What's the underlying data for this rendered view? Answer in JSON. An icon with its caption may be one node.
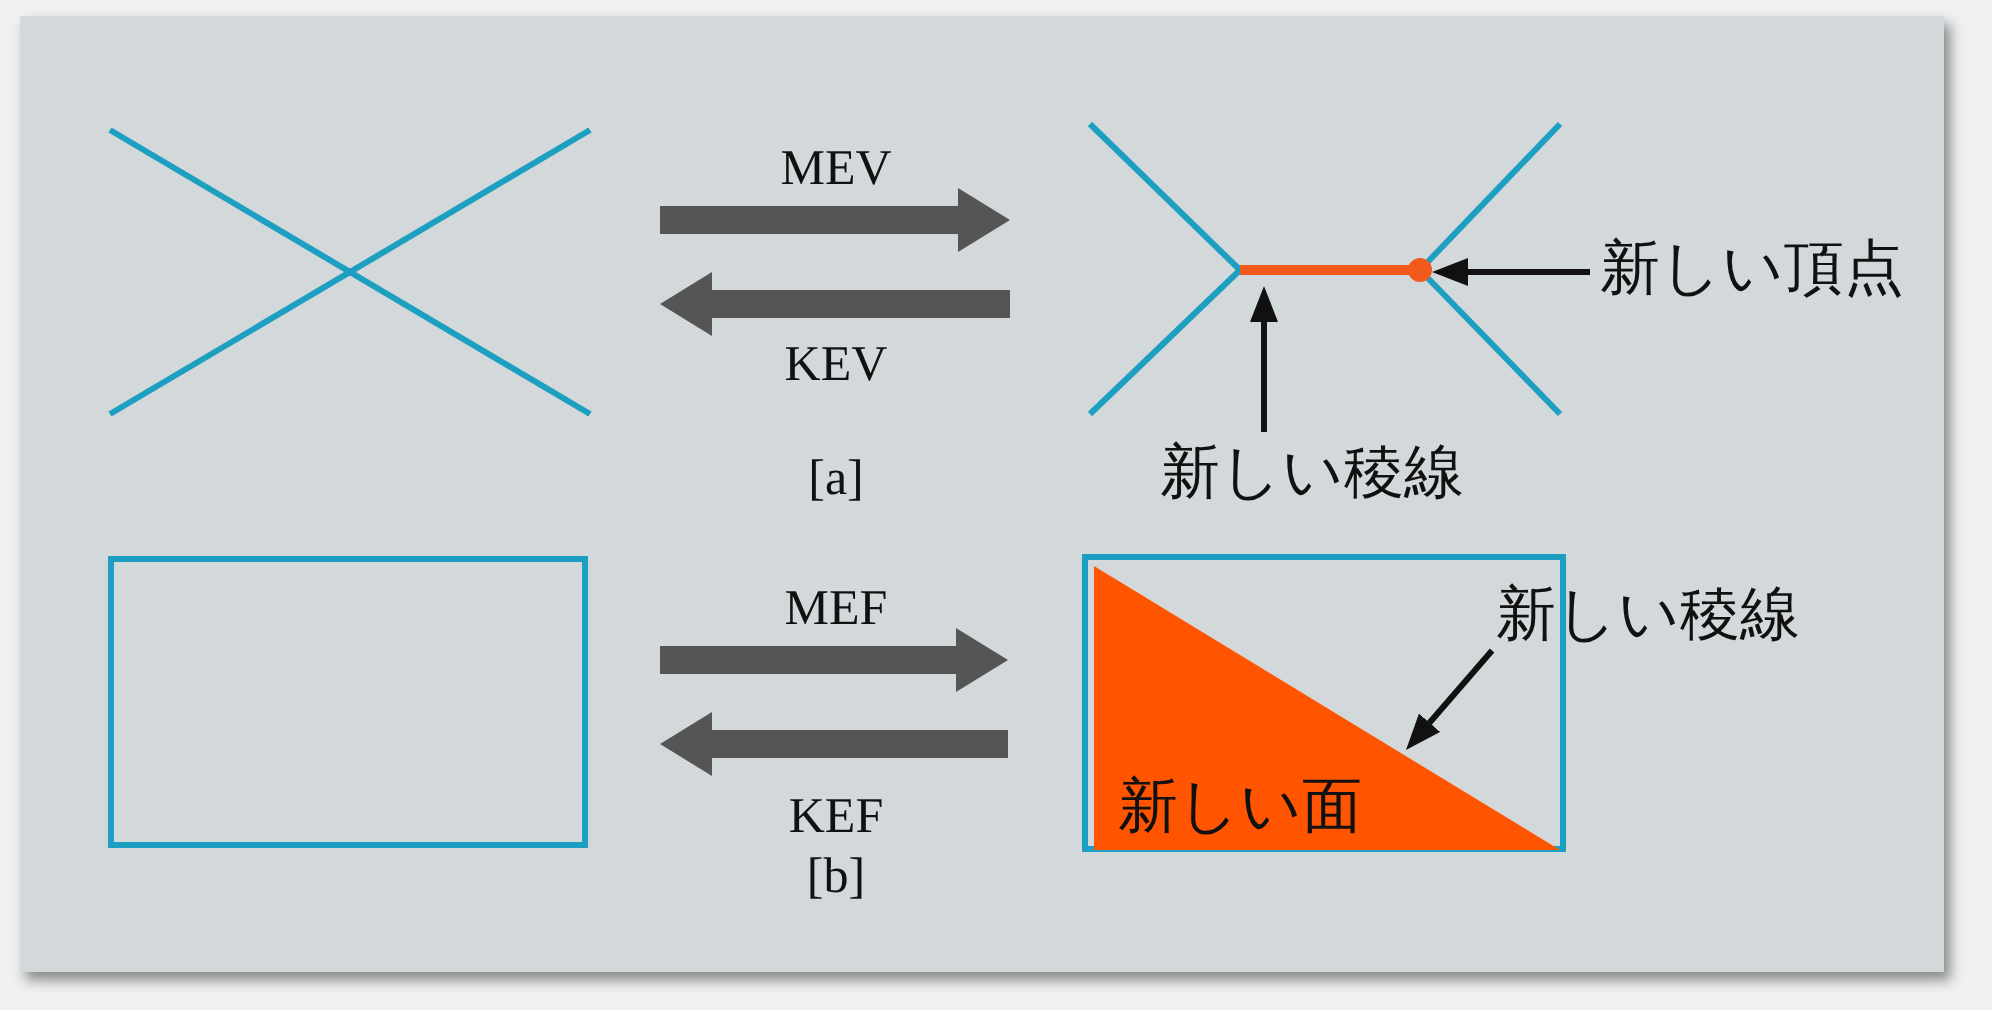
{
  "diagram": {
    "nodes": [
      {
        "text": [],
        "shape": "picture"
      },
      {
        "text": [],
        "shape": "picture"
      },
      {
        "text": [],
        "shape": "box"
      },
      {
        "text": [],
        "shape": "box"
      },
      {
        "text": [
          "新しい面"
        ],
        "in": 3
      },
      {
        "text": [
          "新しい頂点"
        ]
      },
      {
        "text": [],
        "shape": "circle",
        "in": 1
      },
      {
        "text": [
          "新しい稜線"
        ]
      },
      {
        "text": [
          "新しい稜線"
        ]
      }
    ],
    "edges": [
      {
        "from": 0,
        "to": 1,
        "arrow": "to",
        "label": "MEV"
      },
      {
        "from": 1,
        "to": 0,
        "arrow": "to",
        "label": "KEV"
      },
      {
        "from": 2,
        "to": 3,
        "arrow": "to",
        "label": "MEF"
      },
      {
        "from": 3,
        "to": 2,
        "arrow": "to",
        "label": "KEF"
      },
      {
        "from": 5,
        "to": 6,
        "arrow": "to"
      },
      {
        "from": 7,
        "to": null,
        "arrow": "to"
      },
      {
        "from": 8,
        "to": 4,
        "arrow": "to"
      }
    ],
    "labels": [
      "[a]",
      "[b]"
    ]
  }
}
